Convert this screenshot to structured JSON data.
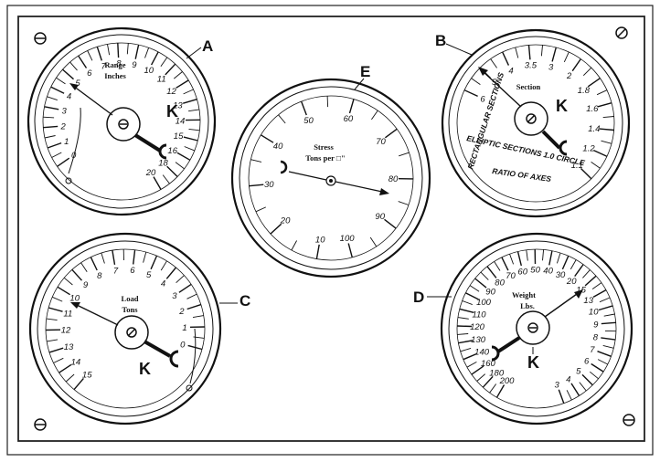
{
  "labels": {
    "gauge_a": "A",
    "gauge_b": "B",
    "gauge_c": "C",
    "gauge_d": "D",
    "gauge_e": "E",
    "k": "K"
  },
  "dials": {
    "a": {
      "title_line1": "Range",
      "title_line2": "Inches",
      "scale": [
        "0",
        "1",
        "2",
        "3",
        "4",
        "5",
        "6",
        "7",
        "8",
        "9",
        "10",
        "11",
        "12",
        "13",
        "14",
        "15",
        "16",
        "18",
        "20"
      ]
    },
    "b": {
      "title": "Section",
      "scale": [
        "6",
        "5",
        "4",
        "3.5",
        "3",
        "2",
        "1.8",
        "1.6",
        "1.4",
        "1.2",
        "1.1"
      ],
      "arc_text_left": "RECTANGULAR SECTIONS",
      "arc_text_bottom": "ELLIPTIC SECTIONS 1.0 CIRCLE",
      "ratio_text": "RATIO OF AXES"
    },
    "c": {
      "title_line1": "Load",
      "title_line2": "Tons",
      "scale": [
        "15",
        "14",
        "13",
        "12",
        "11",
        "10",
        "9",
        "8",
        "7",
        "6",
        "5",
        "4",
        "3",
        "2",
        "1",
        "0"
      ]
    },
    "d": {
      "title_line1": "Weight",
      "title_line2": "Lbs.",
      "scale": [
        "200",
        "180",
        "160",
        "140",
        "130",
        "120",
        "110",
        "100",
        "90",
        "80",
        "70",
        "60",
        "50",
        "40",
        "30",
        "20",
        "15",
        "13",
        "10",
        "9",
        "8",
        "7",
        "6",
        "5",
        "4",
        "3"
      ]
    },
    "e": {
      "title_line1": "Stress",
      "title_line2": "Tons per □\"",
      "scale": [
        "10",
        "20",
        "30",
        "40",
        "50",
        "60",
        "70",
        "80",
        "90",
        "100"
      ]
    }
  }
}
